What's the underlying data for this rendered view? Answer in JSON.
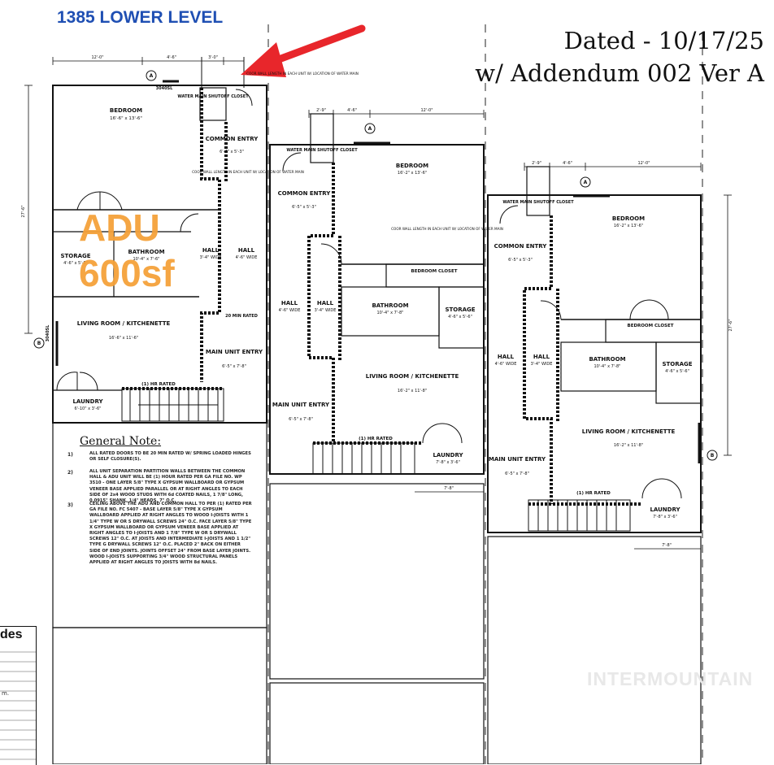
{
  "header": {
    "title": "1385 LOWER LEVEL",
    "dated_line1": "Dated - 10/17/25",
    "dated_line2": "w/ Addendum 002 Ver A"
  },
  "overlay": {
    "adu_line1": "ADU",
    "adu_line2": "600sf"
  },
  "watermark": "INTERMOUNTAIN",
  "colors": {
    "title": "#1f4fb3",
    "adu": "#f5a23a",
    "arrow": "#e8262b",
    "line": "#111111"
  },
  "unit_left": {
    "bedroom": "BEDROOM",
    "bedroom_dim": "16'-6\" x 13'-6\"",
    "water_main": "WATER MAIN SHUTOFF CLOSET",
    "common_entry": "COMMON ENTRY",
    "common_entry_dim": "6'-4\" x 5'-3\"",
    "coor_note": "COOR WALL LENGTH IN EACH UNIT W/ LOCATION OF WATER MAIN",
    "bathroom": "BATHROOM",
    "bathroom_dim": "10'-4\" x 7'-6\"",
    "storage": "STORAGE",
    "storage_dim": "4'-6\" x 5'-6\"",
    "hall1": "HALL",
    "hall1_dim": "3'-4\" WIDE",
    "hall2": "HALL",
    "hall2_dim": "4'-6\" WIDE",
    "living": "LIVING ROOM / KITCHENETTE",
    "living_dim": "16'-6\" x 11'-6\"",
    "main_entry": "MAIN UNIT ENTRY",
    "main_entry_dim": "6'-5\" x 7'-8\"",
    "laundry": "LAUNDRY",
    "laundry_dim": "6'-10\" x 3'-6\"",
    "rated": "(1) HR RATED",
    "rated20": "20 MIN RATED",
    "dim_top": [
      "12'-0\"",
      "4'-6\"",
      "3'-0\""
    ],
    "dim_side": "27'-6\"",
    "door_code": "3040SL",
    "grid_a": "A",
    "grid_b": "B",
    "coor_note_top": "COOR WALL LENGTH IN EACH UNIT W/ LOCATION OF WATER MAIN"
  },
  "unit_mid": {
    "bedroom": "BEDROOM",
    "bedroom_dim": "16'-2\" x 13'-6\"",
    "water_main": "WATER MAIN SHUTOFF CLOSET",
    "common_entry": "COMMON ENTRY",
    "common_entry_dim": "6'-5\" x 5'-3\"",
    "coor_note": "COOR WALL LENGTH IN EACH UNIT W/ LOCATION OF WATER MAIN",
    "closet": "BEDROOM CLOSET",
    "bathroom": "BATHROOM",
    "bathroom_dim": "10'-4\" x 7'-8\"",
    "storage": "STORAGE",
    "storage_dim": "4'-6\" x 5'-6\"",
    "hall1": "HALL",
    "hall1_dim": "4'-6\" WIDE",
    "hall2": "HALL",
    "hall2_dim": "3'-4\" WIDE",
    "living": "LIVING ROOM / KITCHENETTE",
    "living_dim": "16'-2\" x 11'-8\"",
    "main_entry": "MAIN UNIT ENTRY",
    "main_entry_dim": "6'-5\" x 7'-8\"",
    "laundry": "LAUNDRY",
    "laundry_dim": "7'-8\" x 3'-6\"",
    "rated": "(1) HR RATED",
    "dim_top": [
      "2'-9\"",
      "4'-6\"",
      "12'-0\""
    ],
    "dim_bot": "7'-8\""
  },
  "unit_right": {
    "bedroom": "BEDROOM",
    "bedroom_dim": "16'-2\" x 13'-6\"",
    "water_main": "WATER MAIN SHUTOFF CLOSET",
    "common_entry": "COMMON ENTRY",
    "common_entry_dim": "6'-5\" x 5'-3\"",
    "closet": "BEDROOM CLOSET",
    "bathroom": "BATHROOM",
    "bathroom_dim": "10'-4\" x 7'-8\"",
    "storage": "STORAGE",
    "storage_dim": "4'-6\" x 5'-6\"",
    "hall1": "HALL",
    "hall1_dim": "4'-6\" WIDE",
    "hall2": "HALL",
    "hall2_dim": "3'-4\" WIDE",
    "living": "LIVING ROOM / KITCHENETTE",
    "living_dim": "16'-2\" x 11'-8\"",
    "main_entry": "MAIN UNIT ENTRY",
    "main_entry_dim": "6'-5\" x 7'-8\"",
    "laundry": "LAUNDRY",
    "laundry_dim": "7'-8\" x 3'-6\"",
    "rated": "(1) HR RATED",
    "dim_top": [
      "2'-9\"",
      "4'-6\"",
      "12'-0\""
    ],
    "dim_side": "27'-6\"",
    "dim_bot": "7'-8\""
  },
  "notes": {
    "heading": "General Note:",
    "items": [
      {
        "num": "1)",
        "text": "ALL RATED DOORS TO BE 20 MIN RATED W/ SPRING LOADED HINGES OR SELF CLOSURE(S)."
      },
      {
        "num": "2)",
        "text": "ALL UNIT SEPARATION PARTITION WALLS BETWEEN THE COMMON HALL & ADU UNIT WILL BE (1) HOUR RATED PER GA FILE NO. WP 3510 - ONE LAYER 5/8\" TYPE X GYPSUM WALLBOARD OR GYPSUM VENEER BASE APPLIED PARALLEL OR AT RIGHT ANGLES TO EACH SIDE OF 2x4 WOOD STUDS WITH 6d COATED NAILS, 1 7/8\" LONG, 0.0915\" SHANK, 1/4\" HEADS, 7\" O.C."
      },
      {
        "num": "3)",
        "text": "CEILING ABOVE THE ADU AND COMMON HALL TO PER (1) RATED PER GA FILE NO. FC 5407 - BASE LAYER 5/8\" TYPE X GYPSUM WALLBOARD APPLIED AT RIGHT ANGLES TO WOOD I-JOISTS WITH 1 1/4\" TYPE W OR S DRYWALL SCREWS 24\" O.C. FACE LAYER 5/8\" TYPE X GYPSUM WALLBOARD OR GYPSUM VENEER BASE APPLIED AT RIGHT ANGLES TO I-JOISTS AND 1 7/8\" TYPE W OR S DRYWALL SCREWS 12\" O.C. AT JOISTS AND INTERMEDIATE I-JOISTS AND 1 1/2\" TYPE G DRYWALL SCREWS 12\" O.C. PLACED 2\" BACK ON EITHER SIDE OF END JOINTS. JOINTS OFFSET 24\" FROM BASE LAYER JOINTS. WOOD I-JOISTS SUPPORTING 3/4\" WOOD STRUCTURAL PANELS APPLIED AT RIGHT ANGLES TO JOISTS WITH 8d NAILS."
      }
    ]
  },
  "schedule": {
    "title": "des",
    "fragment": "m."
  }
}
